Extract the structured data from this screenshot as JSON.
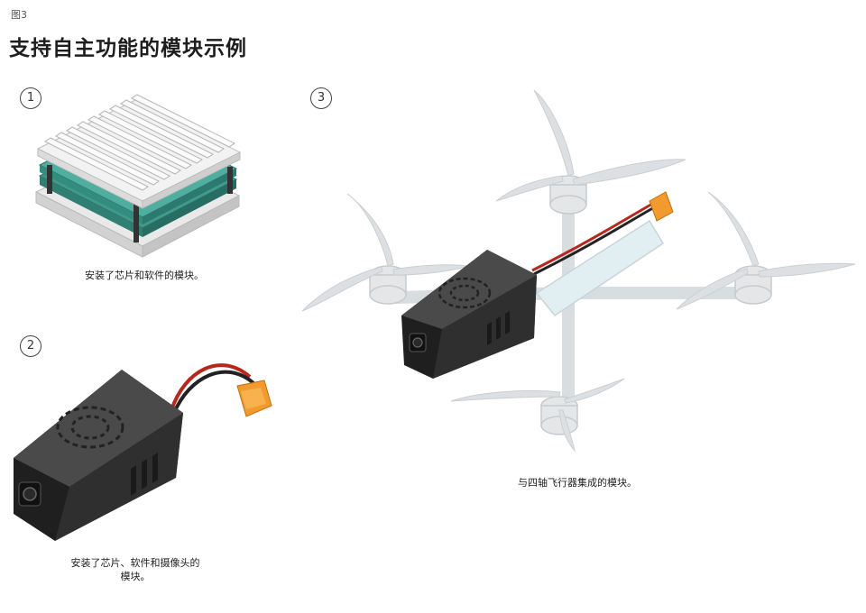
{
  "figure": {
    "label": "图3",
    "title": "支持自主功能的模块示例"
  },
  "panels": [
    {
      "number": "1",
      "caption": "安装了芯片和软件的模块。"
    },
    {
      "number": "2",
      "caption_line1": "安装了芯片、软件和摄像头的",
      "caption_line2": "模块。"
    },
    {
      "number": "3",
      "caption": "与四轴飞行器集成的模块。"
    }
  ]
}
